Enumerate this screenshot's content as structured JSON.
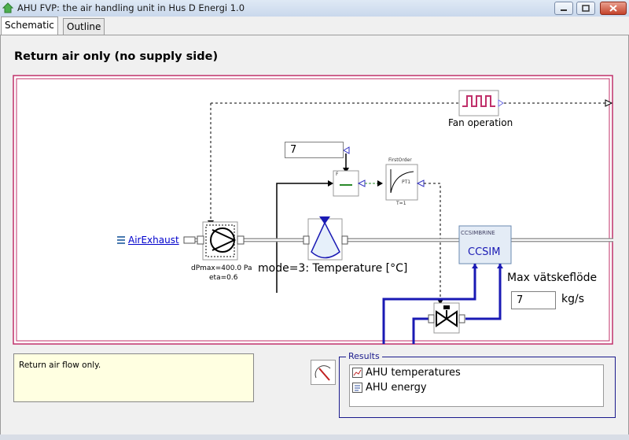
{
  "window": {
    "title": "AHU FVP: the air handling unit in Hus D Energi 1.0"
  },
  "tabs": [
    {
      "label": "Schematic",
      "active": true
    },
    {
      "label": "Outline",
      "active": false
    }
  ],
  "heading": "Return air only (no supply side)",
  "diagram": {
    "fan_operation_label": "Fan operation",
    "setpoint_value": "7",
    "first_order_title": "FirstOrder",
    "first_order_block": "PT1",
    "first_order_param": "T=1",
    "f_block": "F",
    "air_exhaust_link": "AirExhaust",
    "fan_params_line1": "dPmax=400.0 Pa",
    "fan_params_line2": "eta=0.6",
    "hx_mode_label": "mode=3:  Temperature [°C]",
    "ccsim_small": "CCSIMBRINE",
    "ccsim_big": "CCSIM",
    "flow_label": "Max vätskeflöde",
    "flow_value": "7",
    "flow_unit": "kg/s"
  },
  "description": "Return air flow only.",
  "results": {
    "legend": "Results",
    "items": [
      {
        "label": "AHU temperatures"
      },
      {
        "label": "AHU energy"
      }
    ]
  },
  "colors": {
    "frame": "#c0306a",
    "pipe": "#1a1ab4",
    "link": "#0000cc"
  }
}
